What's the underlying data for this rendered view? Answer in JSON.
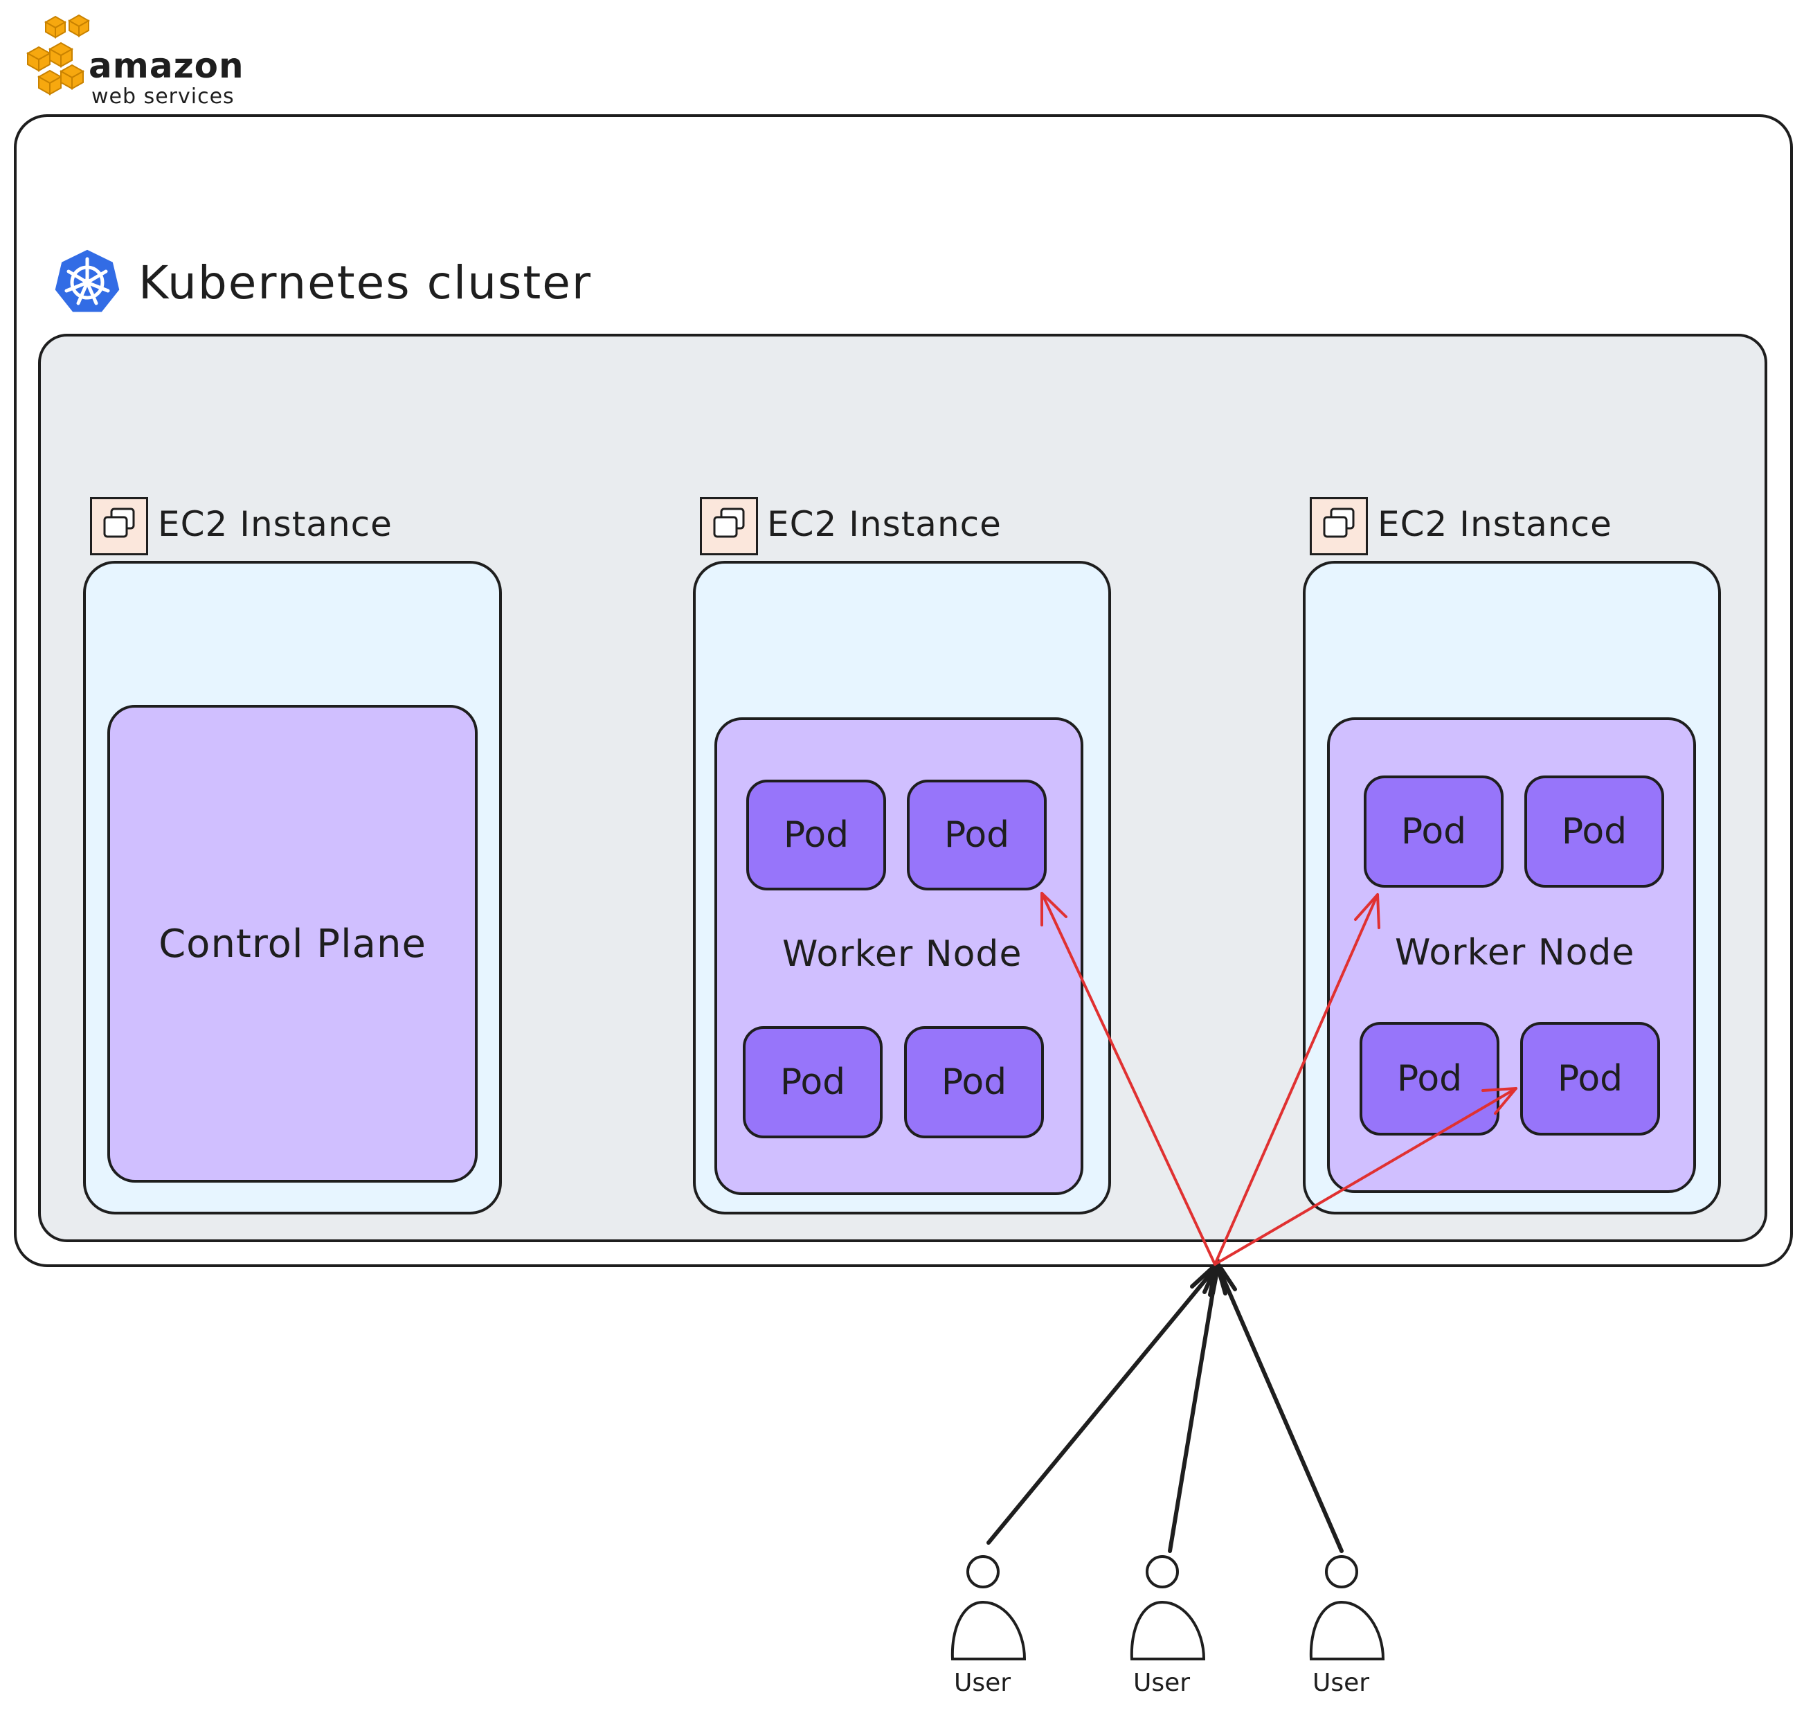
{
  "logo": {
    "line1": "amazon",
    "line2": "web services"
  },
  "cluster": {
    "title": "Kubernetes cluster"
  },
  "instances": [
    {
      "label": "EC2 Instance",
      "content": "Control Plane"
    },
    {
      "label": "EC2 Instance",
      "node": "Worker Node",
      "pods": [
        "Pod",
        "Pod",
        "Pod",
        "Pod"
      ]
    },
    {
      "label": "EC2 Instance",
      "node": "Worker Node",
      "pods": [
        "Pod",
        "Pod",
        "Pod",
        "Pod"
      ]
    }
  ],
  "users": [
    "User",
    "User",
    "User"
  ],
  "colors": {
    "aws_orange": "#f7a80f",
    "k8s_blue": "#326ce5",
    "cluster_bg": "#e9ecef",
    "ec2_bg": "#e7f5ff",
    "node_bg": "#d0bfff",
    "pod_bg": "#9775fa",
    "arrow_red": "#e03131",
    "stroke": "#1e1e1e"
  }
}
